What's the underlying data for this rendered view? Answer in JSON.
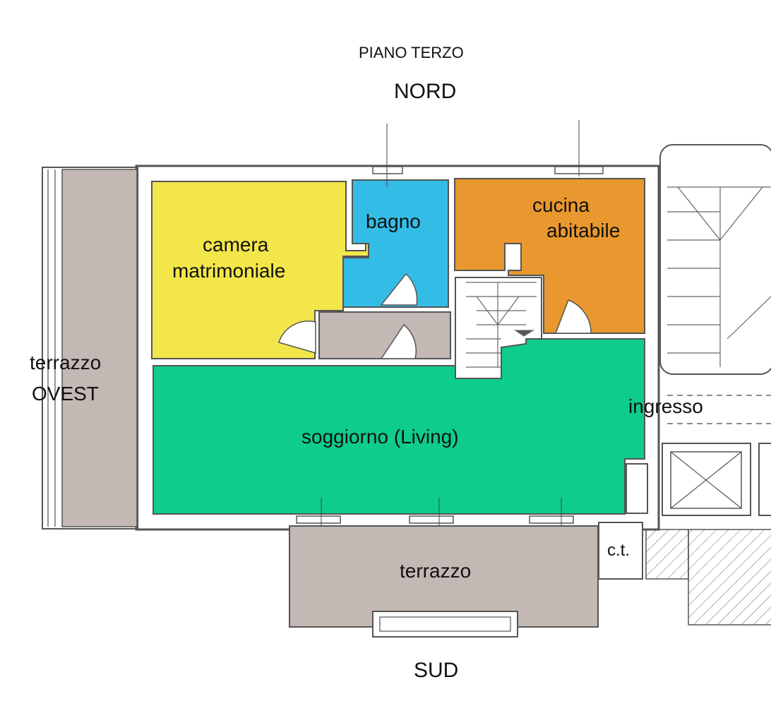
{
  "header": {
    "floor": "PIANO TERZO",
    "north": "NORD"
  },
  "footer": {
    "south": "SUD"
  },
  "rooms": {
    "camera_line1": "camera",
    "camera_line2": "matrimoniale",
    "bagno": "bagno",
    "cucina_line1": "cucina",
    "cucina_line2": "abitabile",
    "soggiorno": "soggiorno (Living)",
    "ingresso": "ingresso",
    "terrazzo_ovest_line1": "terrazzo",
    "terrazzo_ovest_line2": "OVEST",
    "terrazzo_sud": "terrazzo",
    "ct": "c.t."
  },
  "colors": {
    "camera": "#f2e64a",
    "bagno": "#33bde6",
    "cucina": "#e8982e",
    "soggiorno": "#0dcc8c",
    "terrazzo": "#c4b8b4",
    "wall": "#555555"
  }
}
